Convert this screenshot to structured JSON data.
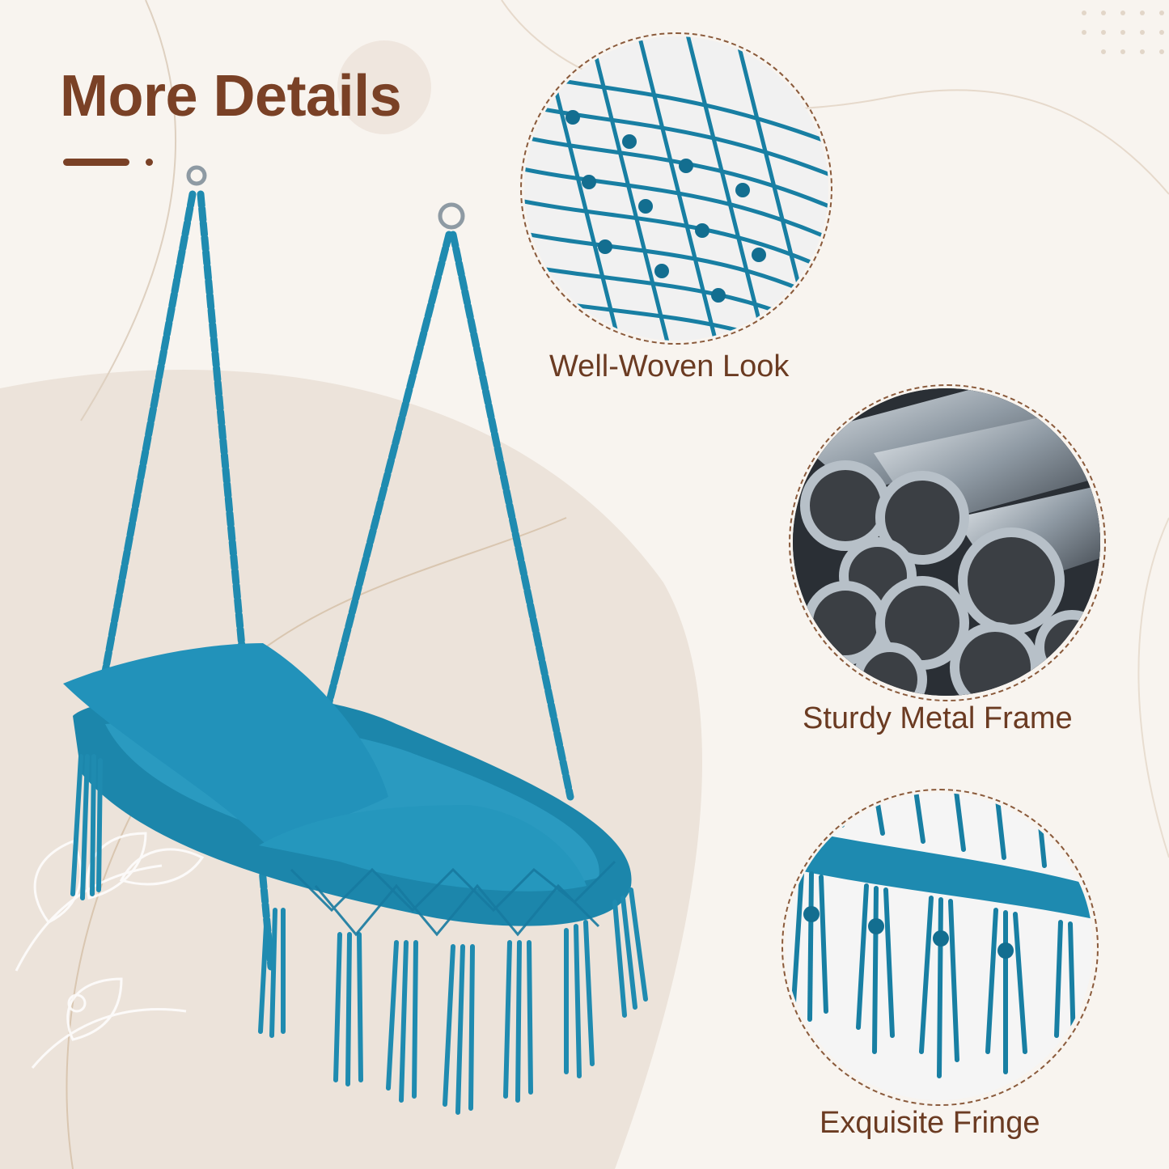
{
  "title": "More Details",
  "colors": {
    "brand_brown": "#7a4126",
    "caption_brown": "#6b3b22",
    "hammock_teal": "#1f8bb0",
    "background": "#f8f4ef"
  },
  "details": [
    {
      "caption": "Well-Woven Look",
      "icon": "woven-rope-photo"
    },
    {
      "caption": "Sturdy Metal Frame",
      "icon": "metal-tubes-photo"
    },
    {
      "caption": "Exquisite Fringe",
      "icon": "fringe-photo"
    }
  ],
  "product_icon": "hammock-chair-photo",
  "decor_icon": "dot-grid-icon"
}
